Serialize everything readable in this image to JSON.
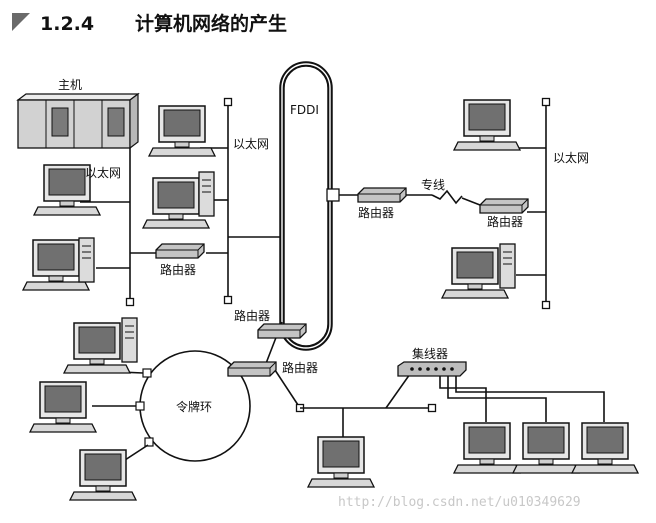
{
  "header": {
    "section": "1.2.4",
    "title": "计算机网络的产生"
  },
  "labels": {
    "host": "主机",
    "ethernet_a": "以太网",
    "ethernet_b": "以太网",
    "ethernet_c": "以太网",
    "fddi": "FDDI",
    "router_left": "路由器",
    "router_fddi_left": "路由器",
    "router_token": "路由器",
    "router_fddi_right": "路由器",
    "router_right": "路由器",
    "leased_line": "专线",
    "hub": "集线器",
    "token_ring": "令牌环"
  },
  "watermark": "http://blog.csdn.net/u010349629",
  "colors": {
    "ink": "#111111",
    "screen": "#6f6f6f",
    "device_fill": "#d6d6d6"
  }
}
